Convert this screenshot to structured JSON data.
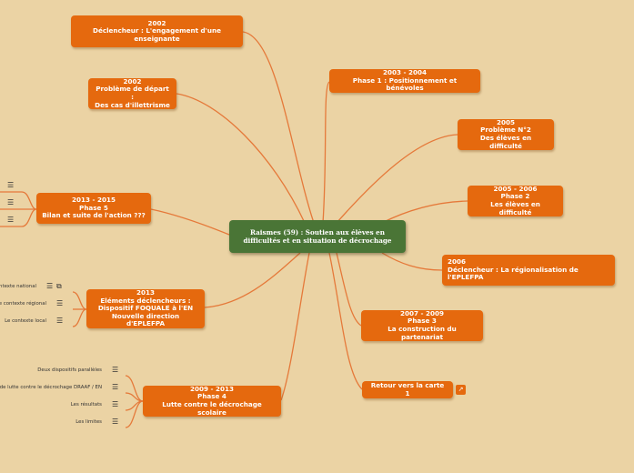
{
  "center": {
    "line1": "Raismes (59) : Soutien aux élèves en",
    "line2": "difficultés et en situation de décrochage"
  },
  "nodes": {
    "n2002_engagement": [
      "2002",
      "Déclencheur : L'engagement d'une",
      "enseignante"
    ],
    "n2002_probleme": [
      "2002",
      "Problème de départ :",
      "Des cas d'illettrisme"
    ],
    "n2013_phase5": [
      "2013 - 2015",
      "Phase 5",
      "Bilan et suite de l'action ???"
    ],
    "n2013_elements": [
      "2013",
      "Eléments déclencheurs :",
      "Dispositif FOQUALE à l'EN",
      "Nouvelle direction d'EPLEFPA"
    ],
    "n2009_phase4": [
      "2009 - 2013",
      "Phase 4",
      "Lutte contre le décrochage scolaire"
    ],
    "n2003_phase1": [
      "2003 - 2004",
      "Phase 1 : Positionnement et bénévoles"
    ],
    "n2005_probleme2": [
      "2005",
      "Problème N°2",
      "Des élèves en difficulté"
    ],
    "n2005_phase2": [
      "2005 - 2006",
      "Phase 2",
      "Les élèves en difficulté"
    ],
    "n2006_regionalisation": [
      "2006",
      "Déclencheur : La régionalisation de",
      "l'EPLEFPA"
    ],
    "n2007_phase3": [
      "2007 - 2009",
      "Phase 3",
      "La construction du partenariat"
    ],
    "retour": [
      "Retour vers la carte 1"
    ]
  },
  "leaves": {
    "elements": [
      "Le contexte national",
      "Le contexte régional",
      "Le contexte local"
    ],
    "phase4": [
      "Deux dispositifs parallèles",
      "Le réseau de lutte contre le décrochage DRAAF / EN",
      "Les résultats",
      "Les limites"
    ]
  },
  "icons": {
    "notes": "notes-icon",
    "external": "external-link-icon",
    "map_link": "map-link-icon"
  },
  "colors": {
    "background": "#ebd3a4",
    "topic": "#e5690e",
    "center": "#4a7536",
    "link": "#e5793a"
  }
}
